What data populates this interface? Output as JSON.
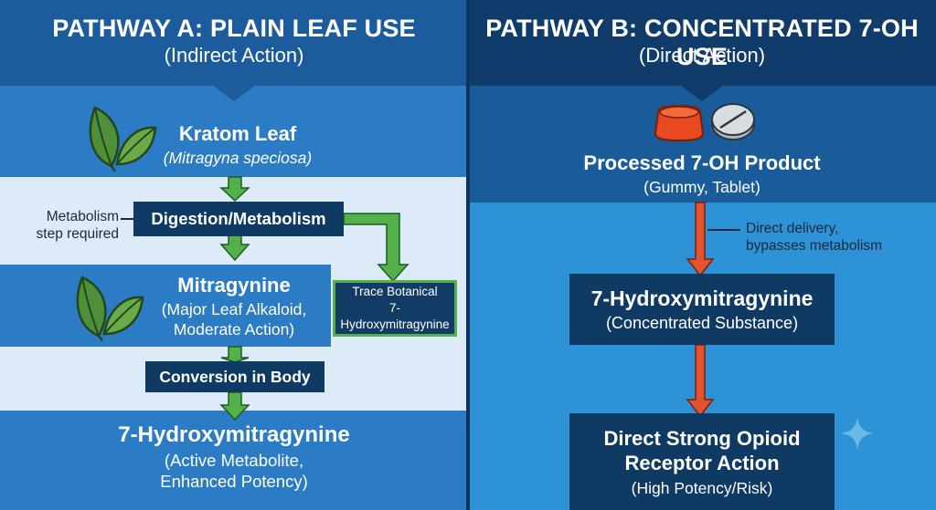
{
  "pathway_a": {
    "title": "PATHWAY A: PLAIN LEAF USE",
    "subtitle": "(Indirect Action)",
    "leaf": {
      "title": "Kratom Leaf",
      "subtitle": "(Mitragyna speciosa)"
    },
    "metabolism_note": [
      "Metabolism",
      "step required"
    ],
    "digestion_box": "Digestion/Metabolism",
    "mitragynine": {
      "title": "Mitragynine",
      "subtitle_lines": [
        "(Major Leaf Alkaloid,",
        "Moderate Action)"
      ]
    },
    "trace_box": [
      "Trace Botanical",
      "7-Hydroxymitragynine"
    ],
    "conversion_box": "Conversion in Body",
    "result": {
      "title": "7-Hydroxymitragynine",
      "subtitle_lines": [
        "(Active Metabolite,",
        "Enhanced Potency)"
      ]
    }
  },
  "pathway_b": {
    "title": "PATHWAY B: CONCENTRATED 7-OH USE",
    "subtitle": "(Direct Action)",
    "product": {
      "title": "Processed 7-OH Product",
      "subtitle": "(Gummy, Tablet)"
    },
    "delivery_note": [
      "Direct delivery,",
      "bypasses metabolism"
    ],
    "concentrated_box": {
      "title": "7-Hydroxymitragynine",
      "subtitle": "(Concentrated Substance)"
    },
    "action_box": {
      "title_lines": [
        "Direct Strong Opioid",
        "Receptor Action"
      ],
      "subtitle": "(High Potency/Risk)"
    }
  },
  "colors": {
    "green_arrow": "#53b04a",
    "red_arrow": "#e2542f",
    "gummy": "#e8491e",
    "tablet": "#d8dde2"
  }
}
